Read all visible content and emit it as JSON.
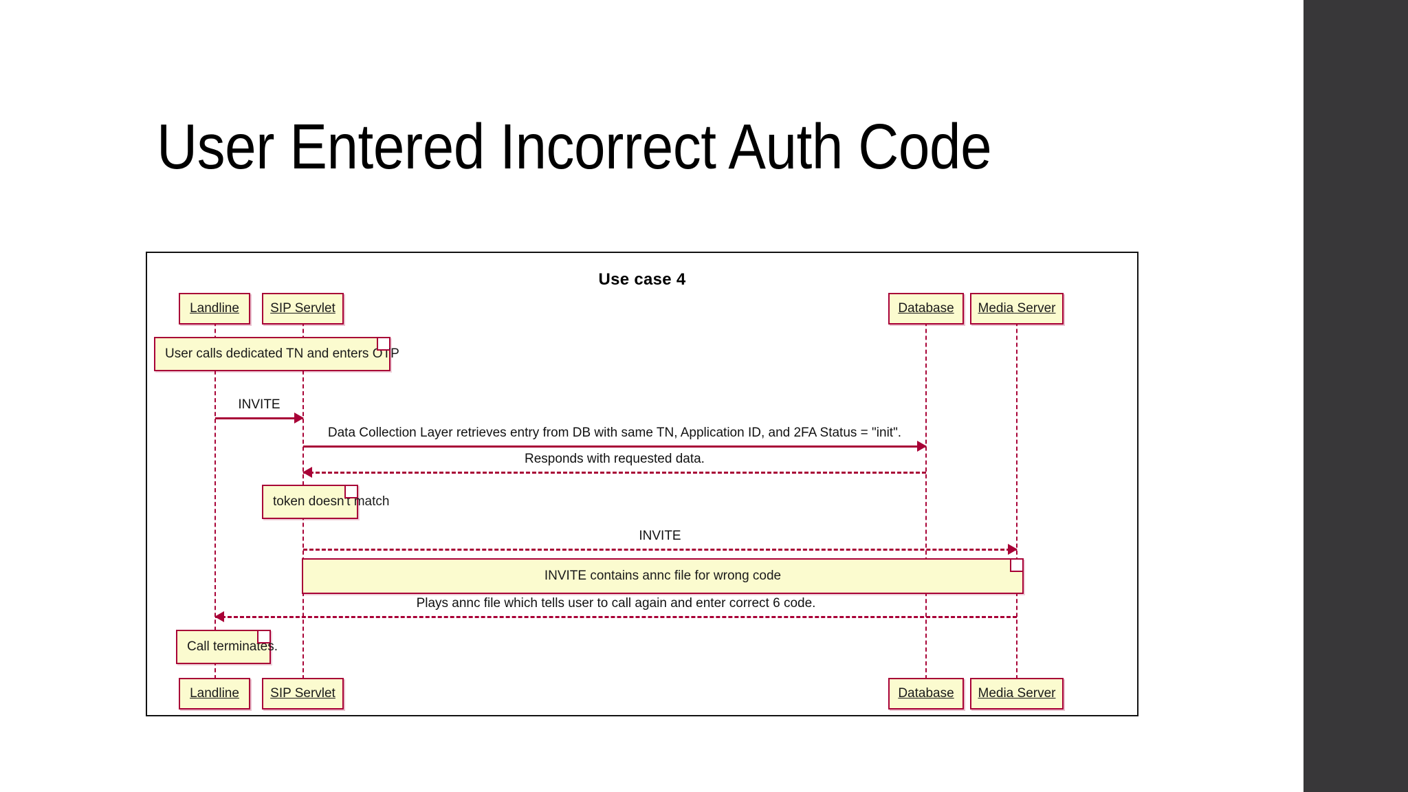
{
  "slide": {
    "title": "User Entered Incorrect Auth Code",
    "background_color": "#ffffff",
    "sidebar_color": "#383739"
  },
  "diagram": {
    "title": "Use case 4",
    "type": "uml-sequence-diagram",
    "note_fill": "#FBFBCF",
    "accent_color": "#A80036",
    "participants": [
      {
        "id": "landline",
        "label": "Landline"
      },
      {
        "id": "sip-servlet",
        "label": "SIP Servlet"
      },
      {
        "id": "database",
        "label": "Database"
      },
      {
        "id": "media-server",
        "label": "Media Server"
      }
    ],
    "notes": [
      {
        "id": "note-otp",
        "text": "User calls dedicated TN and enters OTP",
        "attached_to": "landline"
      },
      {
        "id": "note-token",
        "text": "token doesn't match",
        "attached_to": "sip-servlet"
      },
      {
        "id": "note-annc",
        "text": "INVITE contains annc file for wrong code",
        "attached_to": "sip-servlet"
      },
      {
        "id": "note-terminate",
        "text": "Call terminates.",
        "attached_to": "landline"
      }
    ],
    "messages": [
      {
        "id": "msg-1",
        "label": "INVITE",
        "from": "landline",
        "to": "sip-servlet",
        "style": "solid",
        "direction": "right"
      },
      {
        "id": "msg-2",
        "label": "Data Collection Layer retrieves entry from DB with same TN, Application ID, and 2FA Status = \"init\".",
        "from": "sip-servlet",
        "to": "database",
        "style": "solid",
        "direction": "right"
      },
      {
        "id": "msg-3",
        "label": "Responds with requested data.",
        "from": "database",
        "to": "sip-servlet",
        "style": "dashed",
        "direction": "left"
      },
      {
        "id": "msg-4",
        "label": "INVITE",
        "from": "sip-servlet",
        "to": "media-server",
        "style": "dashed",
        "direction": "right"
      },
      {
        "id": "msg-5",
        "label": "Plays annc file which tells user to call again and enter correct 6 code.",
        "from": "media-server",
        "to": "landline",
        "style": "dashed",
        "direction": "left"
      }
    ]
  }
}
